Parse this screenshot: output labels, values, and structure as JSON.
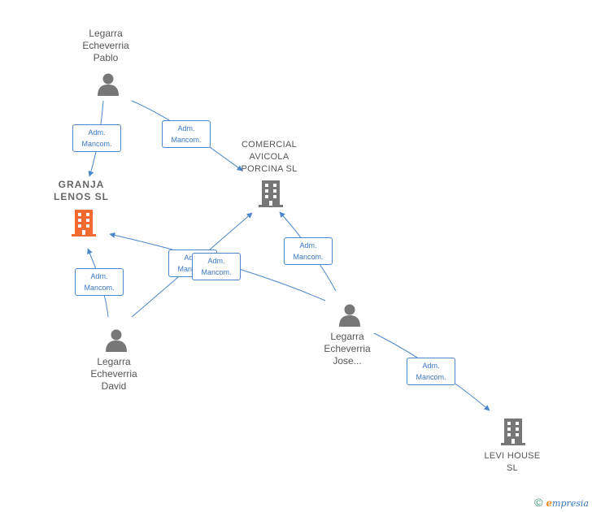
{
  "nodes": {
    "pablo": {
      "lines": [
        "Legarra",
        "Echeverria",
        "Pablo"
      ],
      "type": "person"
    },
    "david": {
      "lines": [
        "Legarra",
        "Echeverria",
        "David"
      ],
      "type": "person"
    },
    "jose": {
      "lines": [
        "Legarra",
        "Echeverria",
        "Jose..."
      ],
      "type": "person"
    },
    "granja": {
      "lines": [
        "GRANJA",
        "LENOS  SL"
      ],
      "type": "company-main"
    },
    "comercial": {
      "lines": [
        "COMERCIAL",
        "AVICOLA",
        "PORCINA SL"
      ],
      "type": "company"
    },
    "levi": {
      "lines": [
        "LEVI HOUSE",
        "SL"
      ],
      "type": "company"
    }
  },
  "role": {
    "line1": "Adm.",
    "line2": "Mancom."
  },
  "colors": {
    "edge": "#4a86c8",
    "person": "#777777",
    "company": "#777777",
    "company_main": "#f26a30"
  },
  "brand": {
    "copyright": "©",
    "e": "e",
    "rest": "mpresia"
  }
}
